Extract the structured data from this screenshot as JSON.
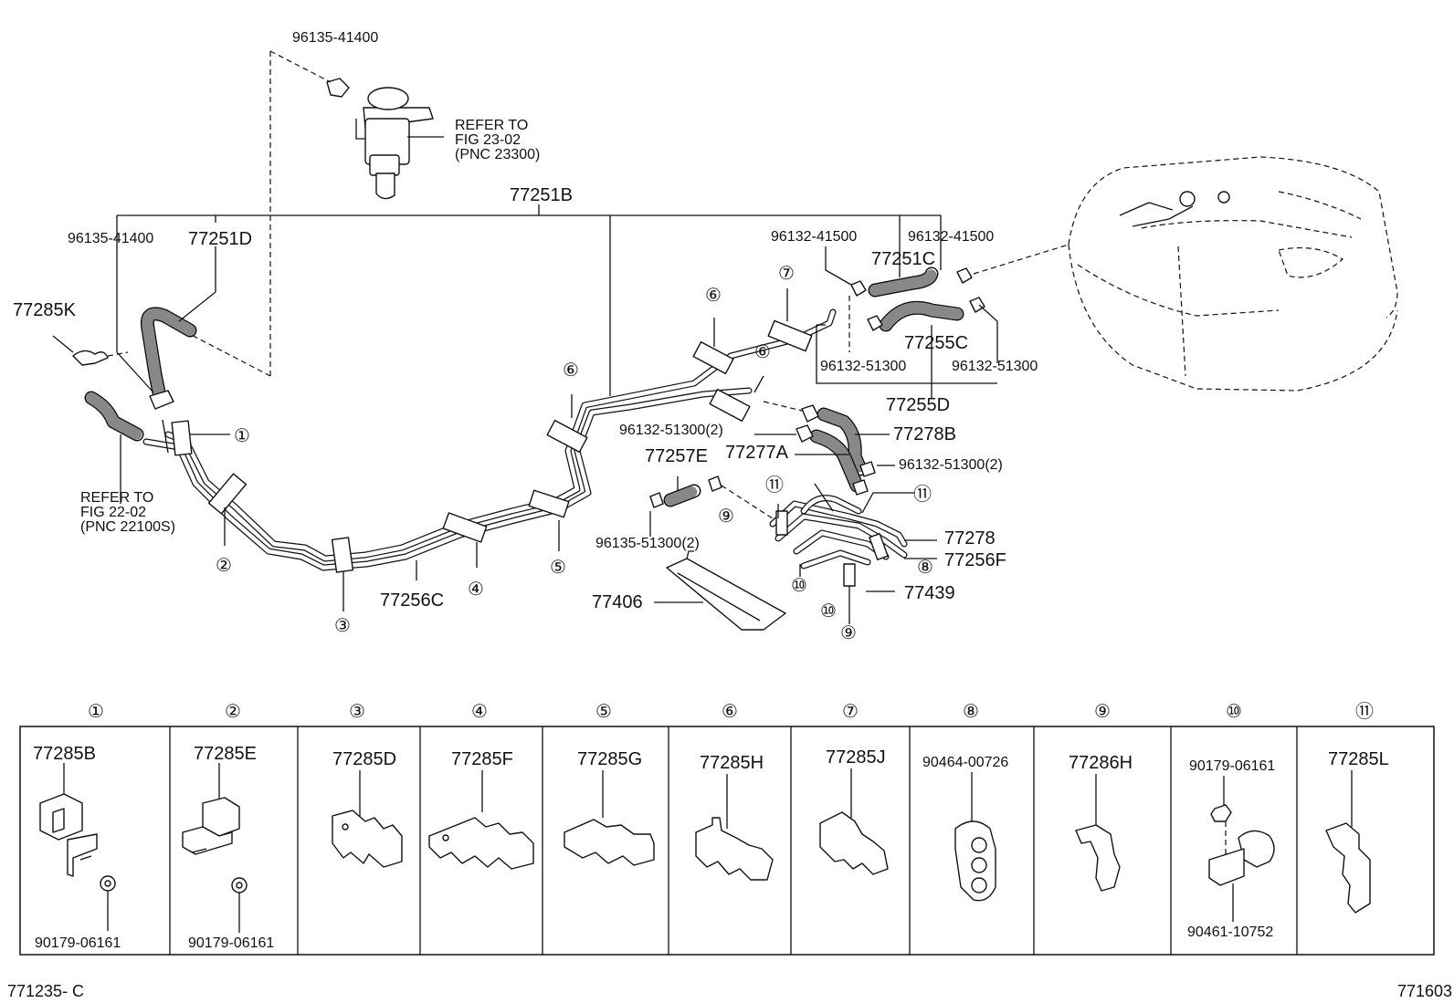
{
  "diagram": {
    "labels": {
      "p9613541400_top": "96135-41400",
      "refer_23_1": "REFER TO",
      "refer_23_2": "FIG  23-02",
      "refer_23_3": "(PNC 23300)",
      "p77251B": "77251B",
      "p9613541400_left": "96135-41400",
      "p77251D": "77251D",
      "p77285K": "77285K",
      "refer_22_1": "REFER TO",
      "refer_22_2": "FIG  22-02",
      "refer_22_3": "(PNC 22100S)",
      "p9613241500_a": "96132-41500",
      "p9613241500_b": "96132-41500",
      "p77251C": "77251C",
      "p77255C": "77255C",
      "p9613251300_a": "96132-51300",
      "p9613251300_b": "96132-51300",
      "p77255D": "77255D",
      "p9613251300_2a": "96132-51300(2)",
      "p77278B": "77278B",
      "p77257E": "77257E",
      "p77277A": "77277A",
      "p9613251300_2b": "96132-51300(2)",
      "p9613551300_2": "96135-51300(2)",
      "p77278": "77278",
      "p77256F": "77256F",
      "p77439": "77439",
      "p77406": "77406",
      "p77256C": "77256C"
    },
    "callouts": [
      "①",
      "②",
      "③",
      "④",
      "⑤",
      "⑥",
      "⑦",
      "⑧",
      "⑨",
      "⑩",
      "⑪"
    ],
    "legend": [
      {
        "num": "①",
        "part": "77285B",
        "sub": "90179-06161"
      },
      {
        "num": "②",
        "part": "77285E",
        "sub": "90179-06161"
      },
      {
        "num": "③",
        "part": "77285D",
        "sub": ""
      },
      {
        "num": "④",
        "part": "77285F",
        "sub": ""
      },
      {
        "num": "⑤",
        "part": "77285G",
        "sub": ""
      },
      {
        "num": "⑥",
        "part": "77285H",
        "sub": ""
      },
      {
        "num": "⑦",
        "part": "77285J",
        "sub": ""
      },
      {
        "num": "⑧",
        "part": "90464-00726",
        "sub": ""
      },
      {
        "num": "⑨",
        "part": "77286H",
        "sub": ""
      },
      {
        "num": "⑩",
        "part": "90179-06161",
        "sub": "90461-10752"
      },
      {
        "num": "⑪",
        "part": "77285L",
        "sub": ""
      }
    ],
    "footer": {
      "left": "771235- C",
      "right": "771603"
    }
  }
}
